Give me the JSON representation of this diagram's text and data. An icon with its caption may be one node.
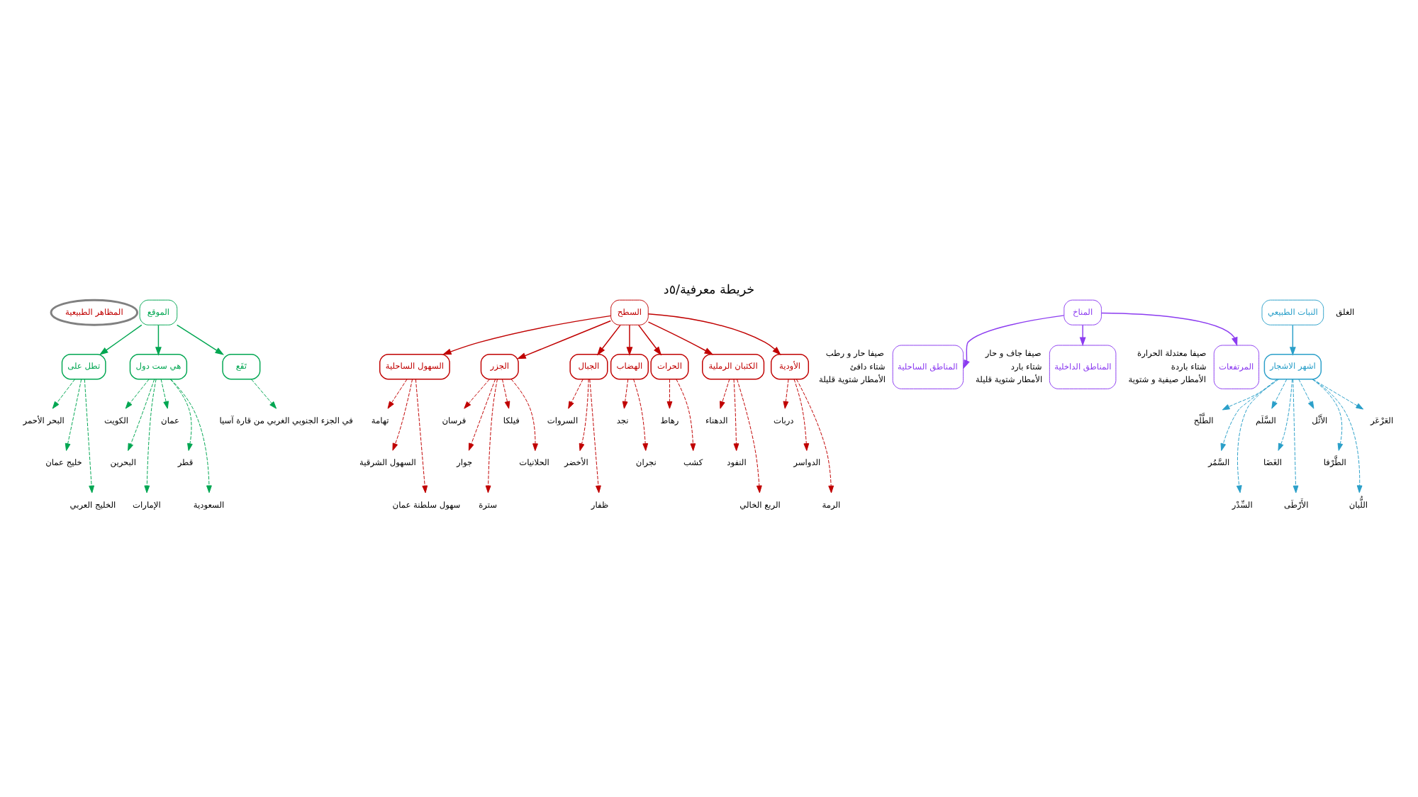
{
  "diagram": {
    "title": "خريطة معرفية/٥د",
    "nodes": [
      {
        "text": [
          "المظاهر الطبيعية"
        ]
      },
      {
        "text": [
          "الموقع"
        ]
      },
      {
        "text": [
          "السطح"
        ]
      },
      {
        "text": [
          "المناخ"
        ]
      },
      {
        "text": [
          "النبات الطبيعي"
        ]
      },
      {
        "text": [
          "تطل على"
        ]
      },
      {
        "text": [
          "هي ست دول"
        ]
      },
      {
        "text": [
          "تَقَع"
        ]
      },
      {
        "text": [
          "البحر الأحمر"
        ]
      },
      {
        "text": [
          "خليج عمان"
        ]
      },
      {
        "text": [
          "الخليج العربي"
        ]
      },
      {
        "text": [
          "الكويت"
        ]
      },
      {
        "text": [
          "البحرين"
        ]
      },
      {
        "text": [
          "الإمارات"
        ]
      },
      {
        "text": [
          "عمان"
        ]
      },
      {
        "text": [
          "قطر"
        ]
      },
      {
        "text": [
          "السعودية"
        ]
      },
      {
        "text": [
          "في الجزء الجنوبي الغربي من قارة آسيا"
        ]
      },
      {
        "text": [
          "اشهر الاشجار"
        ]
      },
      {
        "text": [
          "الطَّلْح"
        ]
      },
      {
        "text": [
          "السَّمُر"
        ]
      },
      {
        "text": [
          "السِّدْر"
        ]
      },
      {
        "text": [
          "السَّلَم"
        ]
      },
      {
        "text": [
          "الغَضَا"
        ]
      },
      {
        "text": [
          "الأَرْطَى"
        ]
      },
      {
        "text": [
          "الأَثْل"
        ]
      },
      {
        "text": [
          "الطَّرْفا"
        ]
      },
      {
        "text": [
          "اللُّبان"
        ]
      },
      {
        "text": [
          "العَرْعَر"
        ]
      },
      {
        "text": [
          "المناطق الساحلية"
        ],
        "beside": [
          "صيفا حار و رطب",
          "شتاء دافئ",
          "الأمطار شتوية قليلة"
        ]
      },
      {
        "text": [
          "المناطق الداخلية"
        ],
        "beside": [
          "صيفا جاف و حار",
          "شتاء بارد",
          "الأمطار شتوية قليلة"
        ]
      },
      {
        "text": [
          "المرتفعات"
        ],
        "beside": [
          "صيفا معتدلة الحرارة",
          "شتاء باردة",
          "الأمطار صيفية و شتوية"
        ]
      },
      {
        "text": [
          "السهول الساحلية"
        ]
      },
      {
        "text": [
          "الجزر"
        ]
      },
      {
        "text": [
          "الجبال"
        ]
      },
      {
        "text": [
          "الهضاب"
        ]
      },
      {
        "text": [
          "الحرات"
        ]
      },
      {
        "text": [
          "الكثبان الرملية"
        ]
      },
      {
        "text": [
          "الأودية"
        ]
      },
      {
        "text": [
          "تهامة"
        ]
      },
      {
        "text": [
          "السهول الشرقية"
        ]
      },
      {
        "text": [
          "سهول سلطنة عمان"
        ]
      },
      {
        "text": [
          "فرسان"
        ]
      },
      {
        "text": [
          "جوار"
        ]
      },
      {
        "text": [
          "سترة"
        ]
      },
      {
        "text": [
          "فيلكا"
        ]
      },
      {
        "text": [
          "الحلانيات"
        ]
      },
      {
        "text": [
          "السروات"
        ]
      },
      {
        "text": [
          "الأخضر"
        ]
      },
      {
        "text": [
          "ظفار"
        ]
      },
      {
        "text": [
          "نجد"
        ]
      },
      {
        "text": [
          "نجران"
        ]
      },
      {
        "text": [
          "رهاط"
        ]
      },
      {
        "text": [
          "كشب"
        ]
      },
      {
        "text": [
          "الدهناء"
        ]
      },
      {
        "text": [
          "النفود"
        ]
      },
      {
        "text": [
          "الربع الخالي"
        ]
      },
      {
        "text": [
          "دربات"
        ]
      },
      {
        "text": [
          "الدواسر"
        ]
      },
      {
        "text": [
          "الرمة"
        ]
      }
    ],
    "edges": [
      {
        "from": 1,
        "to": 5,
        "arrow": "to",
        "color": "#00a651"
      },
      {
        "from": 1,
        "to": 6,
        "arrow": "to",
        "color": "#00a651"
      },
      {
        "from": 1,
        "to": 7,
        "arrow": "to",
        "color": "#00a651"
      },
      {
        "from": 5,
        "to": 8,
        "arrow": "to",
        "style": "dashed",
        "color": "#00a651"
      },
      {
        "from": 5,
        "to": 9,
        "arrow": "to",
        "style": "dashed",
        "color": "#00a651"
      },
      {
        "from": 5,
        "to": 10,
        "arrow": "to",
        "style": "dashed",
        "color": "#00a651"
      },
      {
        "from": 6,
        "to": 11,
        "arrow": "to",
        "style": "dashed",
        "color": "#00a651"
      },
      {
        "from": 6,
        "to": 12,
        "arrow": "to",
        "style": "dashed",
        "color": "#00a651"
      },
      {
        "from": 6,
        "to": 13,
        "arrow": "to",
        "style": "dashed",
        "color": "#00a651"
      },
      {
        "from": 6,
        "to": 14,
        "arrow": "to",
        "style": "dashed",
        "color": "#00a651"
      },
      {
        "from": 6,
        "to": 15,
        "arrow": "to",
        "style": "dashed",
        "color": "#00a651"
      },
      {
        "from": 6,
        "to": 16,
        "arrow": "to",
        "style": "dashed",
        "color": "#00a651"
      },
      {
        "from": 7,
        "to": 17,
        "arrow": "to",
        "style": "dashed",
        "color": "#00a651"
      },
      {
        "from": 4,
        "to": 18,
        "arrow": "to",
        "color": "#2a9fc9"
      },
      {
        "from": 18,
        "to": 19,
        "arrow": "to",
        "style": "dashed",
        "color": "#2a9fc9"
      },
      {
        "from": 18,
        "to": 20,
        "arrow": "to",
        "style": "dashed",
        "color": "#2a9fc9"
      },
      {
        "from": 18,
        "to": 21,
        "arrow": "to",
        "style": "dashed",
        "color": "#2a9fc9"
      },
      {
        "from": 18,
        "to": 22,
        "arrow": "to",
        "style": "dashed",
        "color": "#2a9fc9"
      },
      {
        "from": 18,
        "to": 23,
        "arrow": "to",
        "style": "dashed",
        "color": "#2a9fc9"
      },
      {
        "from": 18,
        "to": 24,
        "arrow": "to",
        "style": "dashed",
        "color": "#2a9fc9"
      },
      {
        "from": 18,
        "to": 25,
        "arrow": "to",
        "style": "dashed",
        "color": "#2a9fc9"
      },
      {
        "from": 18,
        "to": 26,
        "arrow": "to",
        "style": "dashed",
        "color": "#2a9fc9"
      },
      {
        "from": 18,
        "to": 27,
        "arrow": "to",
        "style": "dashed",
        "color": "#2a9fc9"
      },
      {
        "from": 18,
        "to": 28,
        "arrow": "to",
        "style": "dashed",
        "color": "#2a9fc9"
      },
      {
        "from": 3,
        "to": 29,
        "arrow": "to",
        "color": "#8c3cf0"
      },
      {
        "from": 3,
        "to": 30,
        "arrow": "to",
        "color": "#8c3cf0"
      },
      {
        "from": 3,
        "to": 31,
        "arrow": "to",
        "color": "#8c3cf0"
      },
      {
        "from": 2,
        "to": 32,
        "arrow": "to"
      },
      {
        "from": 2,
        "to": 33,
        "arrow": "to"
      },
      {
        "from": 2,
        "to": 34,
        "arrow": "to"
      },
      {
        "from": 2,
        "to": 35,
        "arrow": "to"
      },
      {
        "from": 2,
        "to": 36,
        "arrow": "to"
      },
      {
        "from": 2,
        "to": 37,
        "arrow": "to"
      },
      {
        "from": 2,
        "to": 38,
        "arrow": "to"
      },
      {
        "from": 32,
        "to": 39,
        "arrow": "to",
        "style": "dashed"
      },
      {
        "from": 32,
        "to": 40,
        "arrow": "to",
        "style": "dashed"
      },
      {
        "from": 32,
        "to": 41,
        "arrow": "to",
        "style": "dashed"
      },
      {
        "from": 33,
        "to": 42,
        "arrow": "to",
        "style": "dashed"
      },
      {
        "from": 33,
        "to": 43,
        "arrow": "to",
        "style": "dashed"
      },
      {
        "from": 33,
        "to": 44,
        "arrow": "to",
        "style": "dashed"
      },
      {
        "from": 33,
        "to": 45,
        "arrow": "to",
        "style": "dashed"
      },
      {
        "from": 33,
        "to": 46,
        "arrow": "to",
        "style": "dashed"
      },
      {
        "from": 34,
        "to": 47,
        "arrow": "to",
        "style": "dashed"
      },
      {
        "from": 34,
        "to": 48,
        "arrow": "to",
        "style": "dashed"
      },
      {
        "from": 34,
        "to": 49,
        "arrow": "to",
        "style": "dashed"
      },
      {
        "from": 35,
        "to": 50,
        "arrow": "to",
        "style": "dashed"
      },
      {
        "from": 35,
        "to": 51,
        "arrow": "to",
        "style": "dashed"
      },
      {
        "from": 36,
        "to": 52,
        "arrow": "to",
        "style": "dashed"
      },
      {
        "from": 36,
        "to": 53,
        "arrow": "to",
        "style": "dashed"
      },
      {
        "from": 37,
        "to": 54,
        "arrow": "to",
        "style": "dashed"
      },
      {
        "from": 37,
        "to": 55,
        "arrow": "to",
        "style": "dashed"
      },
      {
        "from": 37,
        "to": 56,
        "arrow": "to",
        "style": "dashed"
      },
      {
        "from": 38,
        "to": 57,
        "arrow": "to",
        "style": "dashed"
      },
      {
        "from": 38,
        "to": 58,
        "arrow": "to",
        "style": "dashed"
      },
      {
        "from": 38,
        "to": 59,
        "arrow": "to",
        "style": "dashed"
      }
    ],
    "labels": [
      "الغلق"
    ]
  }
}
